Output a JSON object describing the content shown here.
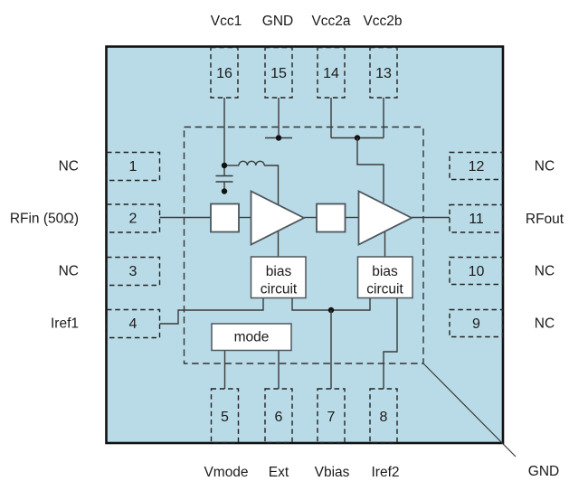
{
  "colors": {
    "package_fill": "#b9dbe7",
    "package_border": "#111111",
    "wire": "#3a3a3a",
    "block_border": "#4d565c",
    "block_fill": "#ffffff",
    "text": "#1a1a1a"
  },
  "pins": {
    "top": [
      {
        "number": "16",
        "label": "Vcc1"
      },
      {
        "number": "15",
        "label": "GND"
      },
      {
        "number": "14",
        "label": "Vcc2a"
      },
      {
        "number": "13",
        "label": "Vcc2b"
      }
    ],
    "left": [
      {
        "number": "1",
        "label": "NC"
      },
      {
        "number": "2",
        "label": "RFin (50Ω)"
      },
      {
        "number": "3",
        "label": "NC"
      },
      {
        "number": "4",
        "label": "Iref1"
      }
    ],
    "right": [
      {
        "number": "12",
        "label": "NC"
      },
      {
        "number": "11",
        "label": "RFout"
      },
      {
        "number": "10",
        "label": "NC"
      },
      {
        "number": "9",
        "label": "NC"
      }
    ],
    "bottom": [
      {
        "number": "5",
        "label": "Vmode"
      },
      {
        "number": "6",
        "label": "Ext"
      },
      {
        "number": "7",
        "label": "Vbias"
      },
      {
        "number": "8",
        "label": "Iref2"
      }
    ]
  },
  "blocks": {
    "bias1": {
      "line1": "bias",
      "line2": "circuit"
    },
    "bias2": {
      "line1": "bias",
      "line2": "circuit"
    },
    "mode": {
      "label": "mode"
    }
  },
  "callouts": {
    "gnd": "GND"
  }
}
